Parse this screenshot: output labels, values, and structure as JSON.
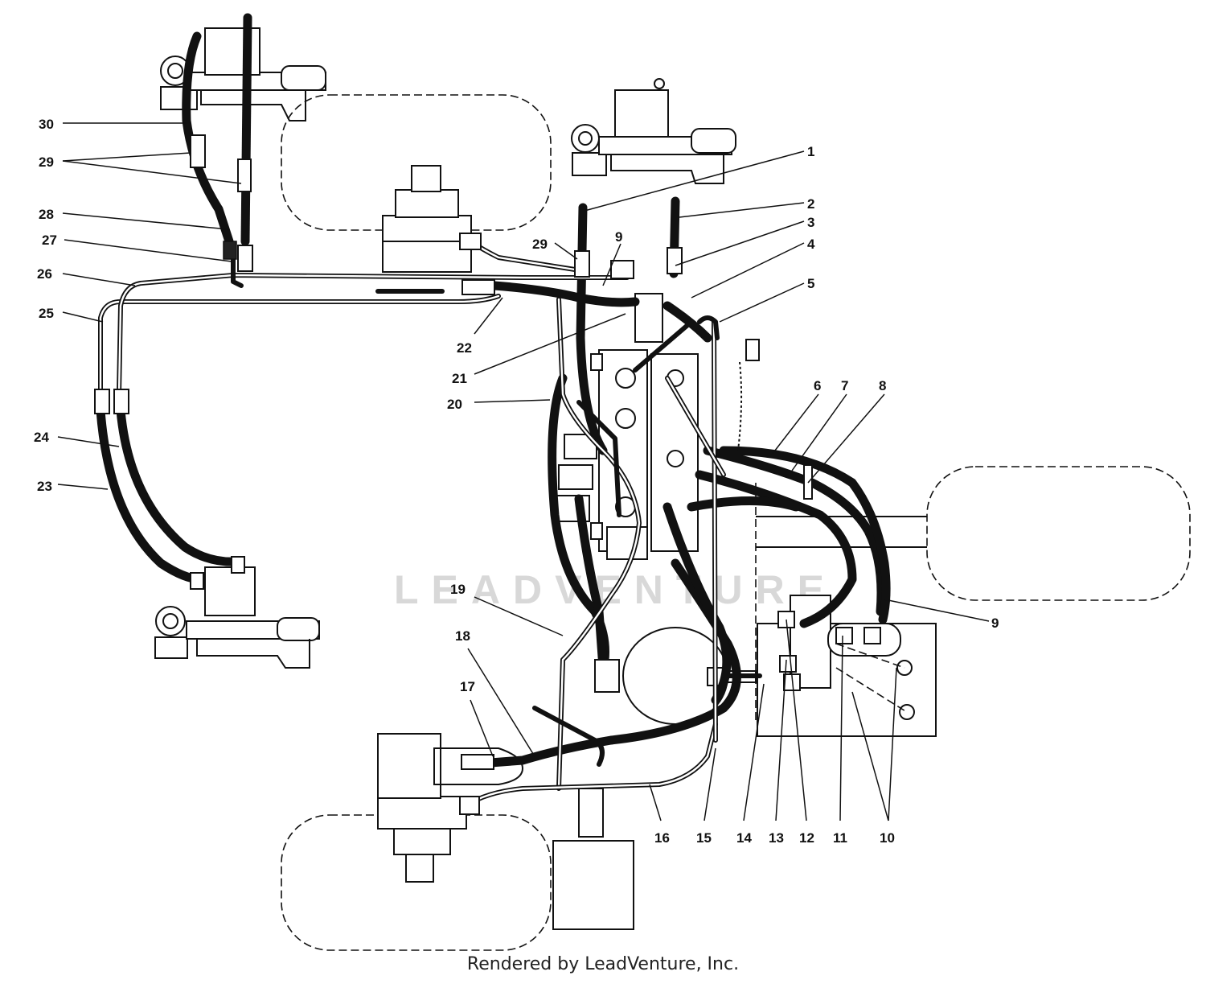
{
  "watermark": "LEADVENTURE",
  "credit": "Rendered by LeadVenture, Inc.",
  "callouts": {
    "c1": "1",
    "c2": "2",
    "c3": "3",
    "c4": "4",
    "c5": "5",
    "c6": "6",
    "c7": "7",
    "c8": "8",
    "c9a": "9",
    "c9b": "9",
    "c10": "10",
    "c11": "11",
    "c12": "12",
    "c13": "13",
    "c14": "14",
    "c15": "15",
    "c16": "16",
    "c17": "17",
    "c18": "18",
    "c19": "19",
    "c20": "20",
    "c21": "21",
    "c22": "22",
    "c23": "23",
    "c24": "24",
    "c25": "25",
    "c26": "26",
    "c27": "27",
    "c28": "28",
    "c29a": "29",
    "c29b": "29",
    "c30": "30"
  }
}
